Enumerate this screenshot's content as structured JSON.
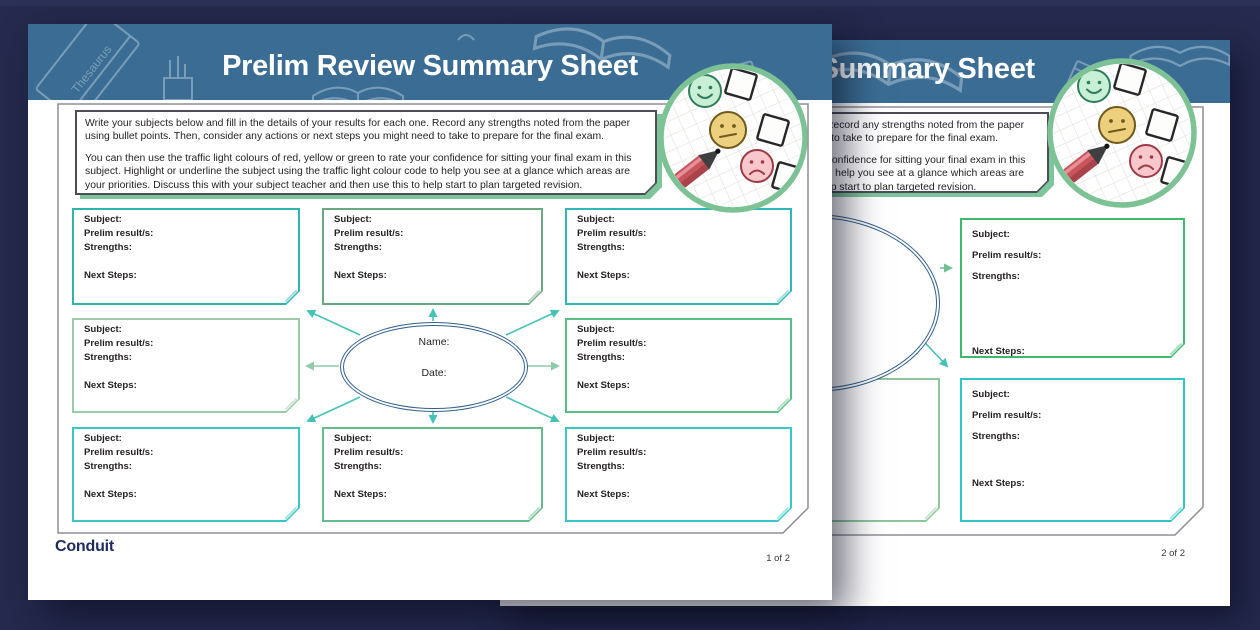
{
  "document": {
    "title": "Prelim Review Summary Sheet",
    "instructions": {
      "para1": "Write your subjects below and fill in the details of your results for each one. Record any strengths noted from the paper using bullet points. Then, consider any actions or next steps you might need to take to prepare for the final exam.",
      "para2": "You can then use the traffic light colours of red, yellow or green to rate your confidence for sitting your final exam in this subject. Highlight or underline the subject using the traffic light colour code to help you see at a glance which areas are your priorities. Discuss this with your subject teacher and then use this to help start to plan targeted revision."
    },
    "box_labels": {
      "subject": "Subject:",
      "prelim": "Prelim result/s:",
      "strengths": "Strengths:",
      "next_steps": "Next Steps:"
    },
    "oval": {
      "name_label": "Name:",
      "date_label": "Date:"
    },
    "brand": "Conduit",
    "pages": [
      {
        "page_number": "1 of 2"
      },
      {
        "page_number": "2 of 2"
      }
    ],
    "decor": {
      "book_label": "Thesaurus"
    }
  },
  "colors": {
    "background_navy": "#252a4e",
    "header_band_blue": "#3b6d94",
    "doodle_stroke": "#c6d9e5",
    "instruction_border": "#4d4d57",
    "instruction_shadow_green": "#7dc59b",
    "frame_grey": "#8d8d97",
    "box_teal": "#2fb5b1",
    "box_cyan": "#35c9c9",
    "box_green": "#4fbc7d",
    "box_sage": "#9ccaa8",
    "box_mid_green": "#6aa87f",
    "oval_blue": "#31608d",
    "arrow_teal": "#45c2b6",
    "arrow_green": "#7cc79e",
    "brand_navy": "#1d2b5f",
    "face_happy_green": "#c9efd6",
    "face_neutral_yellow": "#edd07e",
    "face_sad_pink": "#f8c7cc",
    "pen_red": "#c8555c",
    "text_black": "#231f20"
  }
}
